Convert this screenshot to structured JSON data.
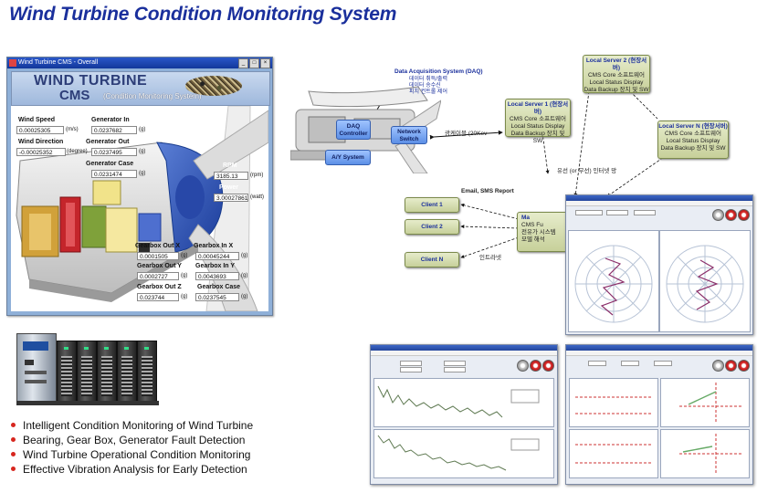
{
  "page_title": "Wind Turbine Condition Monitoring System",
  "cms_window": {
    "title": "Wind Turbine CMS - Overall",
    "banner_line1": "WIND TURBINE",
    "banner_line2": "CMS",
    "banner_sub": "(Condition Monitoring System)",
    "fields": {
      "wind_speed": {
        "label": "Wind Speed",
        "value": "0.00025305",
        "unit": "(m/s)"
      },
      "wind_direction": {
        "label": "Wind Direction",
        "value": "-0.00025352",
        "unit": "(degree)"
      },
      "generator_in": {
        "label": "Generator In",
        "value": "0.0237682",
        "unit": "(g)"
      },
      "generator_out": {
        "label": "Generator Out",
        "value": "0.0237495",
        "unit": "(g)"
      },
      "generator_case": {
        "label": "Generator Case",
        "value": "0.0231474",
        "unit": "(g)"
      },
      "rpm": {
        "label": "RPM",
        "value": "3185.13",
        "unit": "(rpm)"
      },
      "power": {
        "label": "Power",
        "value": "3.00027861",
        "unit": "(watt)"
      },
      "gearbox_out_x": {
        "label": "Gearbox Out X",
        "value": "0.0001505",
        "unit": "(g)"
      },
      "gearbox_in_x": {
        "label": "Gearbox In X",
        "value": "0.00045244",
        "unit": "(g)"
      },
      "gearbox_out_y": {
        "label": "Gearbox Out Y",
        "value": "0.0002727",
        "unit": "(g)"
      },
      "gearbox_in_y": {
        "label": "Gearbox In Y",
        "value": "0.0043693",
        "unit": "(g)"
      },
      "gearbox_out_z": {
        "label": "Gearbox Out Z",
        "value": "0.023744",
        "unit": "(g)"
      },
      "gearbox_case": {
        "label": "Gearbox Case",
        "value": "0.0237545",
        "unit": "(g)"
      }
    }
  },
  "bullets": [
    "Intelligent Condition Monitoring of Wind Turbine",
    "Bearing, Gear Box, Generator Fault Detection",
    "Wind Turbine Operational Condition Monitoring",
    "Effective Vibration Analysis for Early Detection"
  ],
  "diagram": {
    "daq_system_title": "Data Acquisition System (DAQ)",
    "daq_system_lines": [
      "데이터 취득/출력",
      "데이터 송수신",
      "피치 컨트롤 제어"
    ],
    "daq_controller": "DAQ Controller",
    "network_switch": "Network Switch",
    "ay_system": "A/Y System",
    "link_label": "광케이블 (20Kev",
    "local_server_1": {
      "title": "Local Server 1 (현장서버)",
      "lines": [
        "CMS Core 소프트웨어",
        "Local Status Display",
        "Data Backup 장치 및 SW"
      ]
    },
    "local_server_2": {
      "title": "Local Server 2 (현장서버)",
      "lines": [
        "CMS Core 소프트웨어",
        "Local Status Display",
        "Data Backup 장치 및 SW"
      ]
    },
    "local_server_n": {
      "title": "Local Server N (현장서버)",
      "lines": [
        "CMS Core 소프트웨어",
        "Local Status Display",
        "Data Backup 장치 및 SW"
      ]
    },
    "network_label": "유선 (or 무선) 인터넷 망",
    "report_label": "Email, SMS Report",
    "clients": [
      "Client 1",
      "Client 2",
      "Client N"
    ],
    "internet_label": "인트라넷",
    "main_server_lines": [
      "Ma",
      "CMS Fu",
      "전유가 시스템",
      "모델 해석"
    ]
  },
  "colors": {
    "title": "#1a2f9c",
    "bullet": "#d7261e",
    "server_box": "#d7dcaf",
    "client_box": "#d7dcaf"
  }
}
